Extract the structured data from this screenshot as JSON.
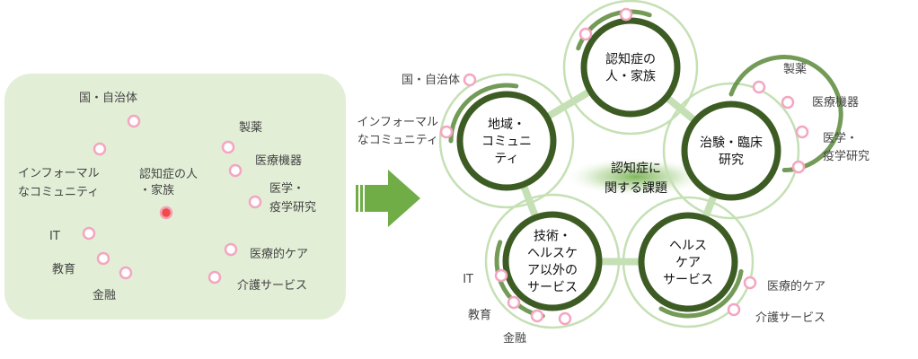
{
  "left_panel": {
    "background": "#e2eed6",
    "center_label": [
      "認知症の人",
      "・家族"
    ],
    "center_color": "#f04a4a",
    "items": [
      {
        "label": [
          "国・自治体"
        ]
      },
      {
        "label": [
          "インフォーマル",
          "なコミュニティ"
        ]
      },
      {
        "label": [
          "製薬"
        ]
      },
      {
        "label": [
          "医療機器"
        ]
      },
      {
        "label": [
          "医学・",
          "疫学研究"
        ]
      },
      {
        "label": [
          "IT"
        ]
      },
      {
        "label": [
          "教育"
        ]
      },
      {
        "label": [
          "金融"
        ]
      },
      {
        "label": [
          "医療的ケア"
        ]
      },
      {
        "label": [
          "介護サービス"
        ]
      }
    ]
  },
  "arrow": {
    "color": "#70ad47"
  },
  "diagram": {
    "center_label": [
      "認知症に",
      "関する課題"
    ],
    "colors": {
      "ring": "#3d5c24",
      "outer": "#c5e0b4",
      "accent": "#70ad47",
      "dot": "#f4a6c0"
    },
    "hubs": [
      {
        "name": "認知症の人・家族",
        "label": [
          "認知症の",
          "人・家族"
        ]
      },
      {
        "name": "治験・臨床研究",
        "label": [
          "治験・臨床",
          "研究"
        ]
      },
      {
        "name": "ヘルスケアサービス",
        "label": [
          "ヘルス",
          "ケア",
          "サービス"
        ]
      },
      {
        "name": "技術・ヘルスケア以外のサービス",
        "label": [
          "技術・",
          "ヘルスケ",
          "ア以外の",
          "サービス"
        ]
      },
      {
        "name": "地域・コミュニティ",
        "label": [
          "地域・",
          "コミュニ",
          "ティ"
        ]
      }
    ],
    "satellites": [
      {
        "label": [
          "国・自治体"
        ]
      },
      {
        "label": [
          "インフォーマル",
          "なコミュニティ"
        ]
      },
      {
        "label": [
          "製薬"
        ]
      },
      {
        "label": [
          "医療機器"
        ]
      },
      {
        "label": [
          "医学・",
          "疫学研究"
        ]
      },
      {
        "label": [
          "IT"
        ]
      },
      {
        "label": [
          "教育"
        ]
      },
      {
        "label": [
          "金融"
        ]
      },
      {
        "label": [
          "医療的ケア"
        ]
      },
      {
        "label": [
          "介護サービス"
        ]
      }
    ]
  }
}
